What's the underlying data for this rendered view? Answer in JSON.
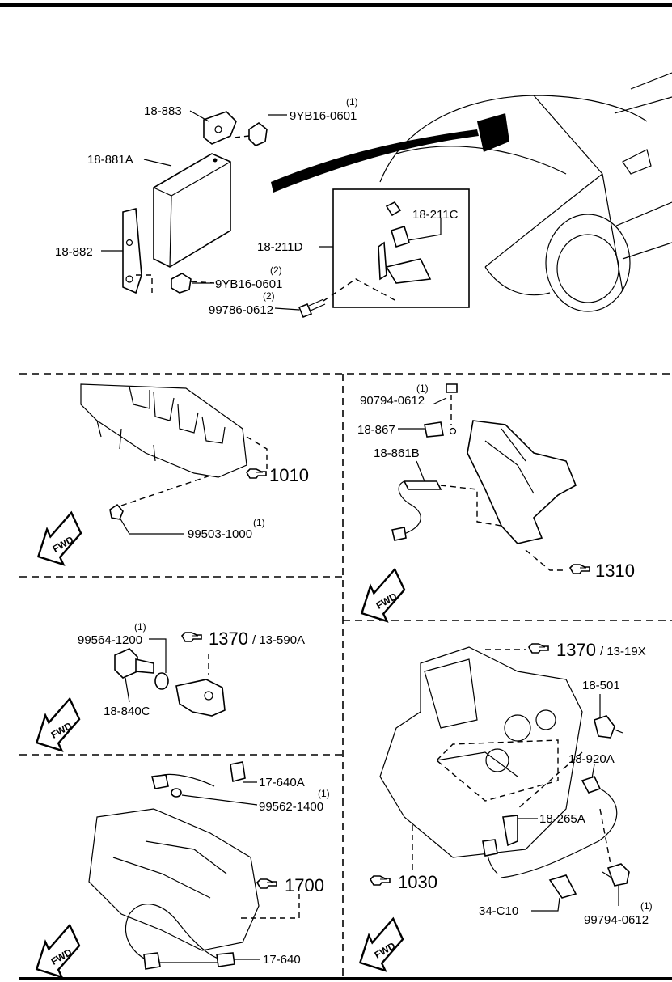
{
  "labels": {
    "p18_883": "18-883",
    "p9yb16_top": "9YB16-0601",
    "q_9yb16_top": "(1)",
    "p18_881a": "18-881A",
    "p18_882": "18-882",
    "p9yb16_bottom": "9YB16-0601",
    "q_9yb16_bottom": "(2)",
    "p99786": "99786-0612",
    "q_99786": "(2)",
    "p18_211c": "18-211C",
    "p18_211d": "18-211D",
    "ref_1010": "1010",
    "p99503": "99503-1000",
    "q_99503": "(1)",
    "p90794": "90794-0612",
    "q_90794": "(1)",
    "p18_867": "18-867",
    "p18_861b": "18-861B",
    "ref_1310": "1310",
    "p99564": "99564-1200",
    "q_99564": "(1)",
    "p18_840c": "18-840C",
    "ref_1370_a": "1370",
    "ref_1370_a_sub": "/ 13-590A",
    "ref_1370_b": "1370",
    "ref_1370_b_sub": "/ 13-19X",
    "p18_501": "18-501",
    "p18_920a": "18-920A",
    "p18_265a": "18-265A",
    "ref_1030": "1030",
    "p34_c10": "34-C10",
    "p99794": "99794-0612",
    "q_99794": "(1)",
    "p17_640a": "17-640A",
    "p99562": "99562-1400",
    "q_99562": "(1)",
    "ref_1700": "1700",
    "p17_640": "17-640",
    "fwd": "FWD"
  },
  "icons": [
    "reference-hand-icon",
    "fwd-arrow-icon"
  ]
}
